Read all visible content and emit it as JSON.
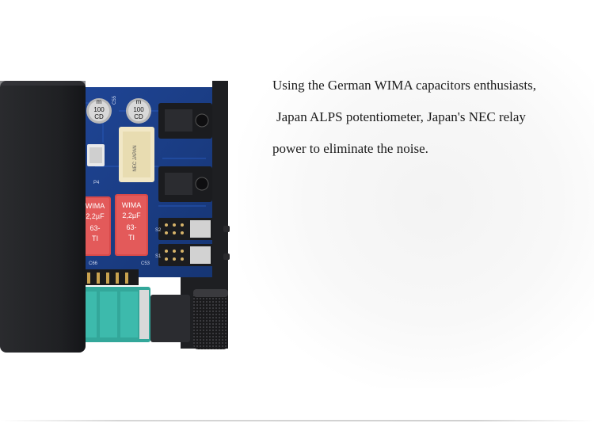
{
  "caption": {
    "line1": "Using the German WIMA capacitors enthusiasts,",
    "line2": "Japan ALPS potentiometer, Japan's NEC relay",
    "line3": "power to eliminate the noise."
  },
  "product_photo": {
    "capacitor_left": {
      "line1": "100",
      "line2": "CD",
      "top": "m"
    },
    "capacitor_right": {
      "line1": "100",
      "line2": "CD",
      "top": "m"
    },
    "capacitor_left_id": "C55",
    "wima_left": {
      "l1": "WIMA",
      "l2": "2,2µF",
      "l3": "63-",
      "l4": "TI"
    },
    "wima_right": {
      "l1": "WIMA",
      "l2": "2,2µF",
      "l3": "63-",
      "l4": "TI"
    },
    "relay_label": "NEC JAPAN",
    "connector_label": "P4",
    "switch_labels": [
      "S2",
      "S1"
    ],
    "part_labels": [
      "C66",
      "C53"
    ]
  },
  "colors": {
    "pcb": "#1d3f86",
    "wima": "#d84a4a",
    "connector": "#33a79a",
    "chassis": "#1e1f22"
  }
}
